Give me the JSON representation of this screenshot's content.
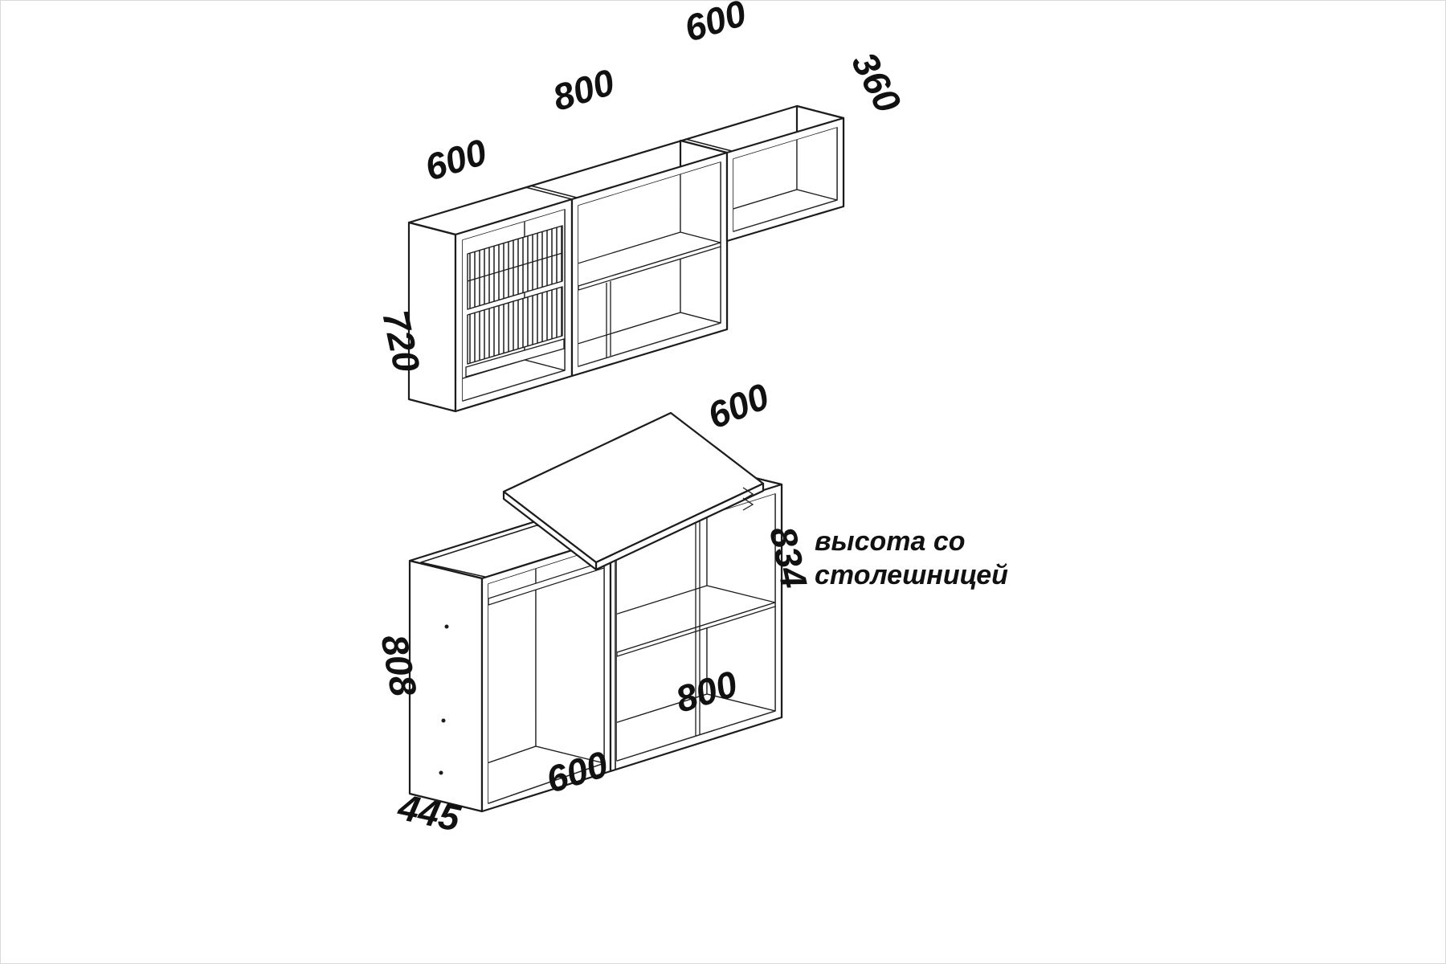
{
  "page": {
    "background": "#ffffff",
    "ink": "#1c1c1c",
    "border_color": "#d9d9d9"
  },
  "wall_unit": {
    "left_width": "600",
    "middle_width": "800",
    "right_width": "600",
    "right_height": "360",
    "left_height": "720"
  },
  "base_unit": {
    "countertop_depth": "600",
    "total_height": "834",
    "cabinet_height": "808",
    "right_width": "800",
    "left_width": "600",
    "depth": "445",
    "note_line1": "высота со",
    "note_line2": "столешницей"
  }
}
